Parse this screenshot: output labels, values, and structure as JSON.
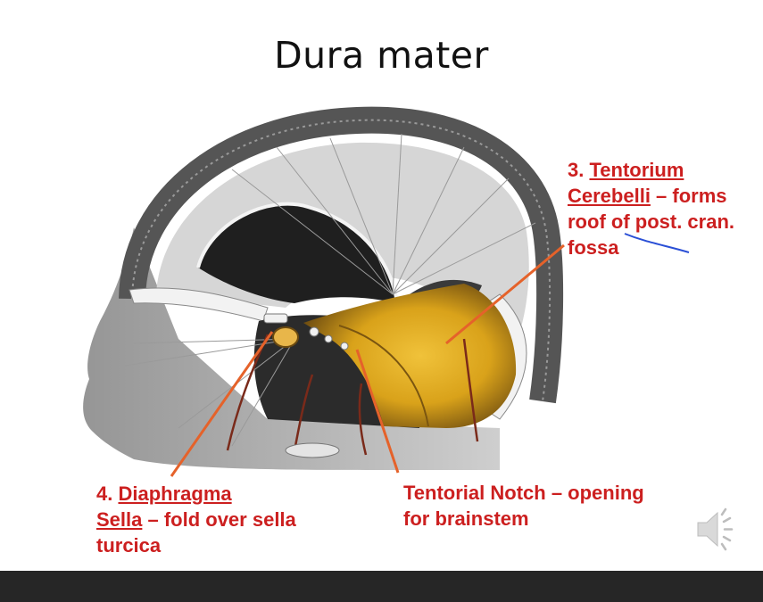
{
  "slide": {
    "title": "Dura mater",
    "labels": {
      "tentorium": {
        "number": "3. ",
        "term_line1": "Tentorium",
        "term_line2": "Cerebelli",
        "desc": " – forms roof of post. cran. fossa"
      },
      "diaphragma": {
        "number": "4. ",
        "term_line1": "Diaphragma",
        "term_line2": "Sella",
        "desc": " – fold over sella turcica"
      },
      "notch": {
        "text": "Tentorial Notch – opening for brainstem"
      }
    }
  },
  "icons": {
    "speaker": "speaker-icon"
  },
  "colors": {
    "label_red": "#cc1f1f",
    "arrow_orange": "#e5622a",
    "pen_blue": "#2a4fd6",
    "tentorium_yellow": "#d9a21a",
    "bottom_bar": "#262626"
  }
}
